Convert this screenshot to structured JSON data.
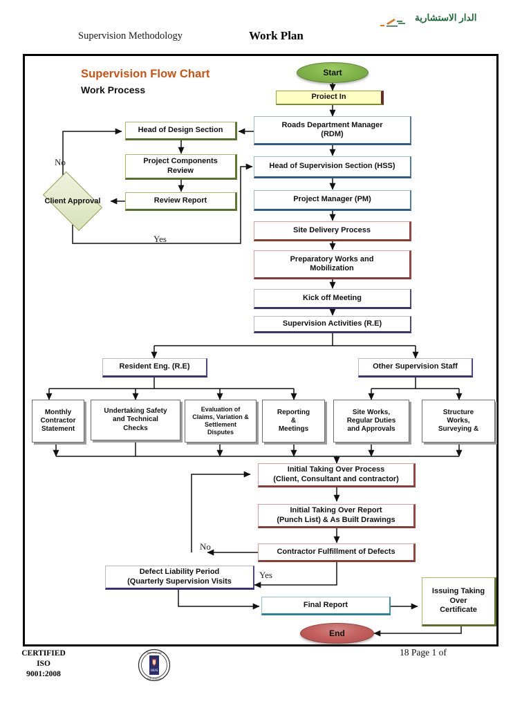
{
  "header": {
    "methodology": "Supervision Methodology",
    "doc_title": "Work Plan",
    "logo_text": "الدار الاستشارية",
    "logo_mark": "logo-slash-mark"
  },
  "chart_title": {
    "main": "Supervision Flow Chart",
    "sub": "Work Process"
  },
  "colors": {
    "title_accent": "#D2500F",
    "start_green": "#83B64C",
    "end_red": "#C4605D",
    "yellow_fill": "#FFFFC2",
    "blue_border": "#2E5C8A",
    "red_border": "#9C4340",
    "purple_border": "#3C3270",
    "olive_border": "#5E7A2E",
    "teal_border": "#2E7F99",
    "diamond_fill": "#E4EACB"
  },
  "chart_data": {
    "type": "diagram",
    "title": "Supervision Flow Chart — Work Process",
    "nodes": [
      {
        "id": "start",
        "label": "Start",
        "shape": "ellipse",
        "style": "green"
      },
      {
        "id": "project_in",
        "label": "Proiect In",
        "shape": "rect",
        "style": "yellow"
      },
      {
        "id": "rdm",
        "label": "Roads Department Manager\n(RDM)",
        "shape": "rect",
        "style": "blue"
      },
      {
        "id": "hss",
        "label": "Head of Supervision Section (HSS)",
        "shape": "rect",
        "style": "blue"
      },
      {
        "id": "pm",
        "label": "Project Manager (PM)",
        "shape": "rect",
        "style": "blue"
      },
      {
        "id": "site_del",
        "label": "Site Delivery Process",
        "shape": "rect",
        "style": "red"
      },
      {
        "id": "prep_works",
        "label": "Preparatory Works and\nMobilization",
        "shape": "rect",
        "style": "red"
      },
      {
        "id": "kickoff",
        "label": "Kick off Meeting",
        "shape": "rect",
        "style": "purple"
      },
      {
        "id": "sup_act",
        "label": "Supervision Activities (R.E)",
        "shape": "rect",
        "style": "purple"
      },
      {
        "id": "head_design",
        "label": "Head of Design Section",
        "shape": "rect",
        "style": "olive"
      },
      {
        "id": "proj_comp",
        "label": "Project Components\nReview",
        "shape": "rect",
        "style": "olive"
      },
      {
        "id": "review_rep",
        "label": "Review Report",
        "shape": "rect",
        "style": "olive"
      },
      {
        "id": "client_appr",
        "label": "Client Approval",
        "shape": "diamond",
        "style": "olive"
      },
      {
        "id": "res_eng",
        "label": "Resident Eng. (R.E)",
        "shape": "rect",
        "style": "purple"
      },
      {
        "id": "other_staff",
        "label": "Other Supervision Staff",
        "shape": "rect",
        "style": "purple"
      },
      {
        "id": "monthly",
        "label": "Monthly\nContractor\nStatement",
        "shape": "rect",
        "style": "grey"
      },
      {
        "id": "undertaking",
        "label": "Undertaking Safety\nand Technical\nChecks",
        "shape": "rect",
        "style": "grey"
      },
      {
        "id": "evaluation",
        "label": "Evaluation of\nClaims, Variation &\nSettlement\nDisputes",
        "shape": "rect",
        "style": "grey"
      },
      {
        "id": "reporting",
        "label": "Reporting\n&\nMeetings",
        "shape": "rect",
        "style": "grey"
      },
      {
        "id": "site_works",
        "label": "Site Works,\nRegular Duties\nand Approvals",
        "shape": "rect",
        "style": "grey"
      },
      {
        "id": "structure",
        "label": "Structure\nWorks,\nSurveying &",
        "shape": "rect",
        "style": "grey"
      },
      {
        "id": "ito_process",
        "label": "Initial Taking Over Process\n(Client, Consultant and contractor)",
        "shape": "rect",
        "style": "red"
      },
      {
        "id": "ito_report",
        "label": "Initial Taking Over Report\n(Punch List) & As Built Drawings",
        "shape": "rect",
        "style": "red"
      },
      {
        "id": "defects",
        "label": "Contractor Fulfillment of Defects",
        "shape": "rect",
        "style": "red"
      },
      {
        "id": "dlp",
        "label": "Defect Liability Period\n(Quarterly Supervision Visits",
        "shape": "rect",
        "style": "purple"
      },
      {
        "id": "final_rep",
        "label": "Final Report",
        "shape": "rect",
        "style": "teal"
      },
      {
        "id": "issuing",
        "label": "Issuing Taking\nOver\nCertificate",
        "shape": "rect",
        "style": "olive"
      },
      {
        "id": "end",
        "label": "End",
        "shape": "ellipse",
        "style": "red"
      }
    ],
    "edge_labels": [
      {
        "id": "no_label",
        "text": "No"
      },
      {
        "id": "yes_label",
        "text": "Yes"
      },
      {
        "id": "no_label2",
        "text": "No"
      },
      {
        "id": "yes_label2",
        "text": "Yes"
      }
    ],
    "edges": [
      "start->project_in",
      "project_in->rdm",
      "rdm->hss",
      "hss->pm",
      "pm->site_del",
      "site_del->prep_works",
      "prep_works->kickoff",
      "kickoff->sup_act",
      "rdm->head_design",
      "head_design->proj_comp",
      "proj_comp->review_rep",
      "review_rep->client_appr",
      "client_appr->head_design (No)",
      "client_appr->hss (Yes)",
      "sup_act->res_eng",
      "sup_act->other_staff",
      "res_eng->monthly",
      "res_eng->undertaking",
      "res_eng->evaluation",
      "res_eng->reporting",
      "other_staff->site_works",
      "other_staff->structure",
      "all_subtasks->ito_process",
      "ito_process->ito_report",
      "ito_report->defects",
      "defects->ito_process (No)",
      "defects->dlp (Yes)",
      "dlp->final_rep",
      "final_rep->issuing",
      "issuing->end"
    ]
  },
  "footer": {
    "certified_line1": "CERTIFIED",
    "certified_line2": "ISO",
    "certified_line3": "9001:2008",
    "seal": "ukas-certification-seal",
    "page_text": "18 Page 1 of"
  }
}
